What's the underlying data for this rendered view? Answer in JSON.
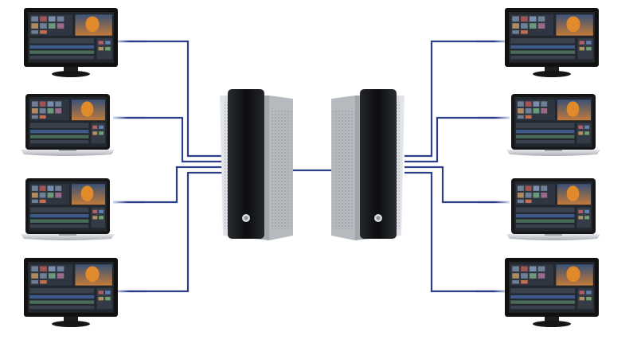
{
  "diagram": {
    "colors": {
      "background": "#ffffff",
      "cable": "#2c3f8a",
      "cable_fade": "#d6dcef",
      "server_body": "#c9ccd1",
      "server_front": "#111316",
      "monitor_bezel": "#111111",
      "laptop_body": "#cfd2d6",
      "screen_accent": "#e08a2c"
    },
    "servers": [
      {
        "id": "server-left",
        "icon": "tower-server-icon"
      },
      {
        "id": "server-right",
        "icon": "tower-server-icon"
      }
    ],
    "workstations": [
      {
        "id": "ws-l1",
        "side": "left",
        "kind": "monitor",
        "icon": "desktop-monitor-icon"
      },
      {
        "id": "ws-l2",
        "side": "left",
        "kind": "laptop",
        "icon": "laptop-icon"
      },
      {
        "id": "ws-l3",
        "side": "left",
        "kind": "laptop",
        "icon": "laptop-icon"
      },
      {
        "id": "ws-l4",
        "side": "left",
        "kind": "monitor",
        "icon": "desktop-monitor-icon"
      },
      {
        "id": "ws-r1",
        "side": "right",
        "kind": "monitor",
        "icon": "desktop-monitor-icon"
      },
      {
        "id": "ws-r2",
        "side": "right",
        "kind": "laptop",
        "icon": "laptop-icon"
      },
      {
        "id": "ws-r3",
        "side": "right",
        "kind": "laptop",
        "icon": "laptop-icon"
      },
      {
        "id": "ws-r4",
        "side": "right",
        "kind": "monitor",
        "icon": "desktop-monitor-icon"
      }
    ],
    "links": [
      {
        "from": "ws-l1",
        "to": "server-left"
      },
      {
        "from": "ws-l2",
        "to": "server-left"
      },
      {
        "from": "ws-l3",
        "to": "server-left"
      },
      {
        "from": "ws-l4",
        "to": "server-left"
      },
      {
        "from": "server-left",
        "to": "server-right"
      },
      {
        "from": "ws-r1",
        "to": "server-right"
      },
      {
        "from": "ws-r2",
        "to": "server-right"
      },
      {
        "from": "ws-r3",
        "to": "server-right"
      },
      {
        "from": "ws-r4",
        "to": "server-right"
      }
    ]
  }
}
